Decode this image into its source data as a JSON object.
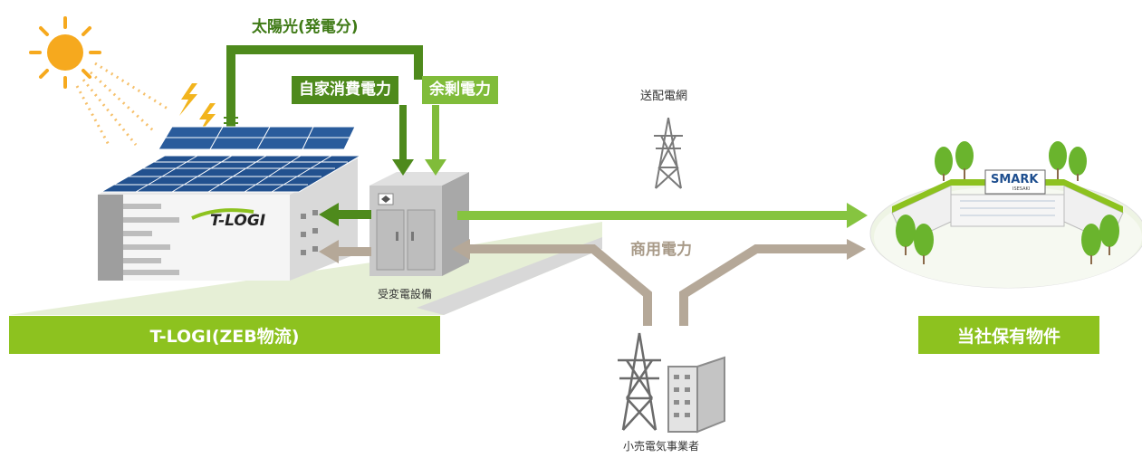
{
  "labels": {
    "solar_generation": "太陽光(発電分)",
    "self_consumption": "自家消費電力",
    "surplus_power": "余剰電力",
    "transmission_grid": "送配電網",
    "commercial_power": "商用電力",
    "substation_equipment": "受変電設備",
    "retail_supplier": "小売電気事業者",
    "tlogi_band": "T-LOGI(ZEB物流)",
    "company_property_band": "当社保有物件",
    "tlogi_sign": "T-LOGI",
    "smark_sign": "SMARK",
    "smark_sub": "ISESAKI"
  },
  "colors": {
    "dark_green": "#4e8a1c",
    "mid_green": "#5a9a22",
    "light_green": "#8dc21f",
    "bright_green_arrow": "#86c440",
    "tan_arrow": "#b5a898",
    "ground": "#e8f1da",
    "sun": "#f6a91e",
    "panel": "#1f4f8f"
  }
}
